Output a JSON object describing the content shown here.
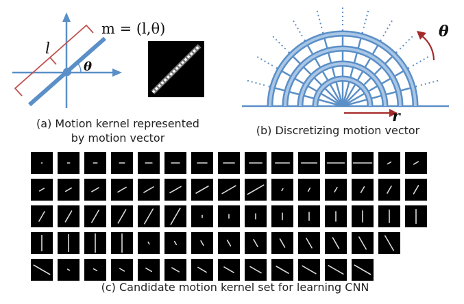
{
  "panel_a": {
    "equation": "m = (l,θ)",
    "label_l": "l",
    "label_theta": "θ",
    "caption_line1": "(a) Motion kernel represented",
    "caption_line2": "by motion vector"
  },
  "panel_b": {
    "label_theta": "θ",
    "label_r": "r",
    "caption": "(b) Discretizing motion vector"
  },
  "panel_c": {
    "caption": "(c) Candidate motion kernel set for learning CNN",
    "kernels": [
      {
        "length": 1,
        "angle": 0
      },
      {
        "length": 3,
        "angle": 0
      },
      {
        "length": 5,
        "angle": 0
      },
      {
        "length": 7,
        "angle": 0
      },
      {
        "length": 9,
        "angle": 0
      },
      {
        "length": 11,
        "angle": 0
      },
      {
        "length": 13,
        "angle": 0
      },
      {
        "length": 15,
        "angle": 0
      },
      {
        "length": 17,
        "angle": 0
      },
      {
        "length": 19,
        "angle": 0
      },
      {
        "length": 21,
        "angle": 0
      },
      {
        "length": 23,
        "angle": 0
      },
      {
        "length": 25,
        "angle": 0
      },
      {
        "length": 5,
        "angle": 30
      },
      {
        "length": 7,
        "angle": 30
      },
      {
        "length": 7,
        "angle": 30
      },
      {
        "length": 9,
        "angle": 30
      },
      {
        "length": 11,
        "angle": 30
      },
      {
        "length": 13,
        "angle": 30
      },
      {
        "length": 15,
        "angle": 30
      },
      {
        "length": 17,
        "angle": 30
      },
      {
        "length": 19,
        "angle": 30
      },
      {
        "length": 21,
        "angle": 30
      },
      {
        "length": 25,
        "angle": 30
      },
      {
        "length": 3,
        "angle": 60
      },
      {
        "length": 5,
        "angle": 60
      },
      {
        "length": 7,
        "angle": 60
      },
      {
        "length": 9,
        "angle": 60
      },
      {
        "length": 11,
        "angle": 60
      },
      {
        "length": 13,
        "angle": 60
      },
      {
        "length": 15,
        "angle": 60
      },
      {
        "length": 17,
        "angle": 60
      },
      {
        "length": 19,
        "angle": 60
      },
      {
        "length": 21,
        "angle": 60
      },
      {
        "length": 23,
        "angle": 60
      },
      {
        "length": 25,
        "angle": 60
      },
      {
        "length": 3,
        "angle": 90
      },
      {
        "length": 5,
        "angle": 90
      },
      {
        "length": 7,
        "angle": 90
      },
      {
        "length": 9,
        "angle": 90
      },
      {
        "length": 11,
        "angle": 90
      },
      {
        "length": 13,
        "angle": 90
      },
      {
        "length": 15,
        "angle": 90
      },
      {
        "length": 17,
        "angle": 90
      },
      {
        "length": 19,
        "angle": 90
      },
      {
        "length": 21,
        "angle": 90
      },
      {
        "length": 23,
        "angle": 90
      },
      {
        "length": 25,
        "angle": 90
      },
      {
        "length": 25,
        "angle": 90
      },
      {
        "length": 3,
        "angle": 120
      },
      {
        "length": 5,
        "angle": 120
      },
      {
        "length": 7,
        "angle": 120
      },
      {
        "length": 9,
        "angle": 120
      },
      {
        "length": 11,
        "angle": 120
      },
      {
        "length": 13,
        "angle": 120
      },
      {
        "length": 15,
        "angle": 120
      },
      {
        "length": 17,
        "angle": 120
      },
      {
        "length": 19,
        "angle": 120
      },
      {
        "length": 23,
        "angle": 120
      },
      {
        "length": 25,
        "angle": 150
      },
      {
        "length": 3,
        "angle": 150
      },
      {
        "length": 5,
        "angle": 150
      },
      {
        "length": 7,
        "angle": 150
      },
      {
        "length": 9,
        "angle": 150
      },
      {
        "length": 11,
        "angle": 150
      },
      {
        "length": 13,
        "angle": 150
      },
      {
        "length": 15,
        "angle": 150
      },
      {
        "length": 17,
        "angle": 150
      },
      {
        "length": 19,
        "angle": 150
      },
      {
        "length": 21,
        "angle": 150
      },
      {
        "length": 23,
        "angle": 150
      },
      {
        "length": 25,
        "angle": 150
      }
    ],
    "row_sizes": [
      15,
      15,
      15,
      14,
      13
    ]
  }
}
